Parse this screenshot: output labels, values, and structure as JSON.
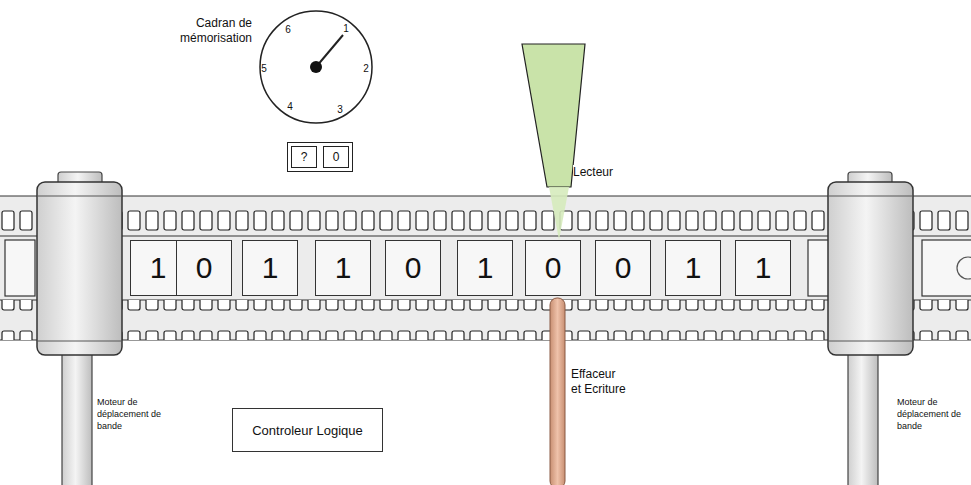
{
  "diagram": {
    "nodes": [
      {
        "text": [
          "Cadran de mémorisation",
          "1",
          "2",
          "3",
          "4",
          "5",
          "6"
        ]
      },
      {
        "text": [
          "?",
          "0"
        ]
      },
      {
        "text": [
          "1"
        ]
      },
      {
        "text": [
          "0"
        ]
      },
      {
        "text": [
          "1"
        ]
      },
      {
        "text": [
          "1"
        ]
      },
      {
        "text": [
          "0"
        ]
      },
      {
        "text": [
          "1"
        ]
      },
      {
        "text": [
          "0"
        ]
      },
      {
        "text": [
          "0"
        ]
      },
      {
        "text": [
          "1"
        ]
      },
      {
        "text": [
          "1"
        ]
      },
      {
        "text": [
          "Controleur Logique"
        ]
      }
    ],
    "labels": [
      "Lecteur",
      "Effaceur et Ecriture",
      "Moteur de déplacement de bande",
      "Moteur de déplacement de bande"
    ]
  }
}
